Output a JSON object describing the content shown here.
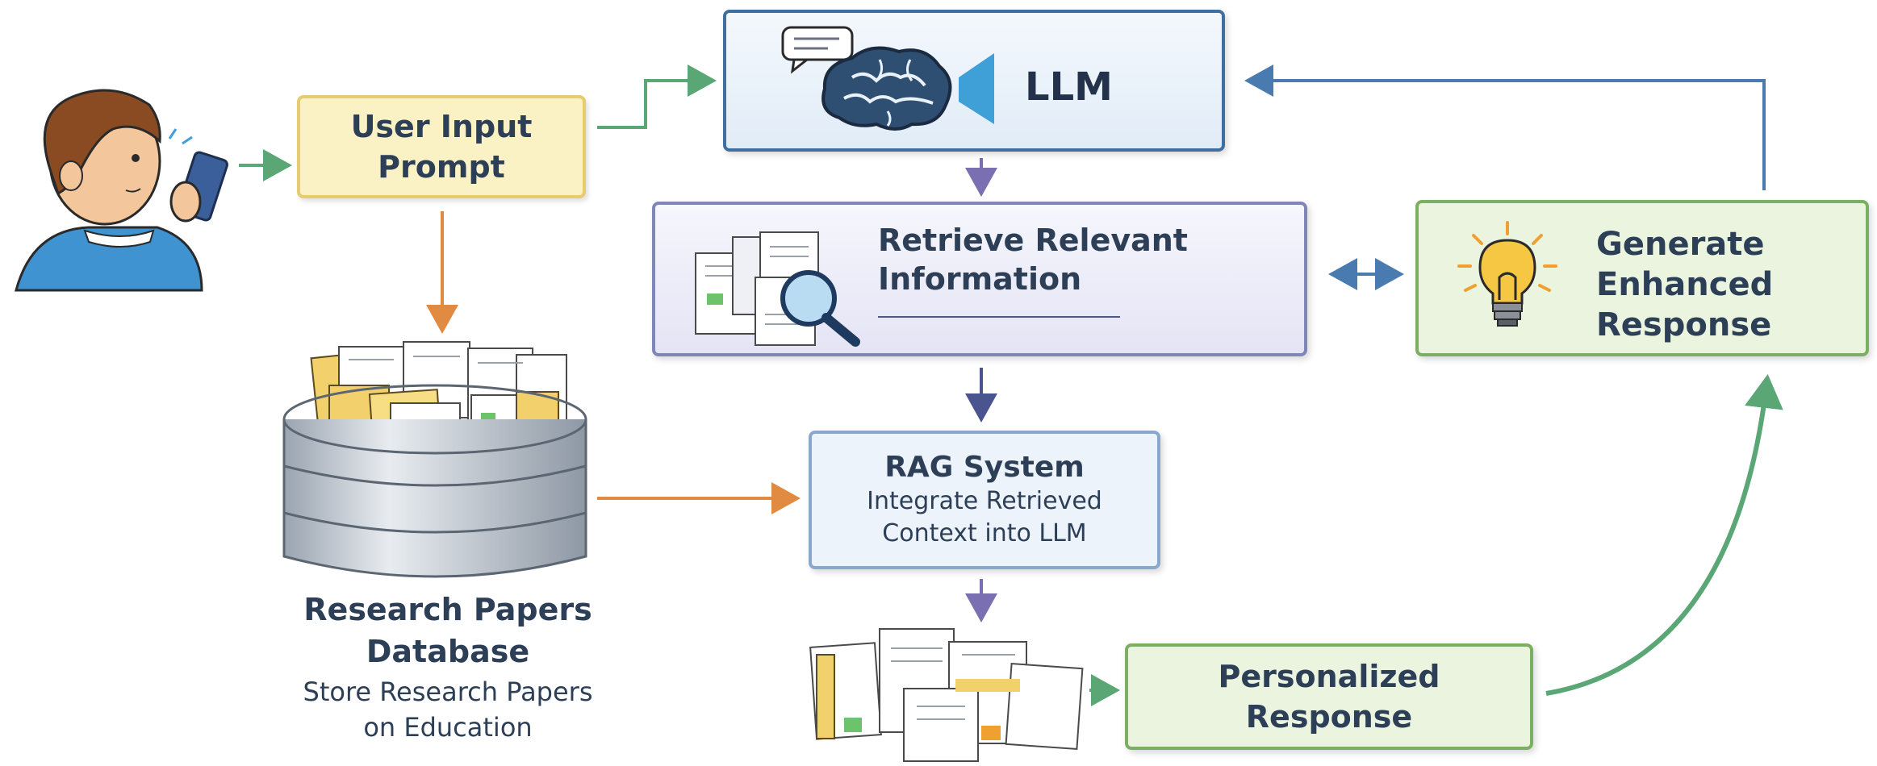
{
  "nodes": {
    "user_input": {
      "label": "User Input\nPrompt"
    },
    "llm": {
      "label": "LLM"
    },
    "retrieve": {
      "label": "Retrieve Relevant\nInformation"
    },
    "generate": {
      "label": "Generate\nEnhanced\nResponse"
    },
    "rag": {
      "title": "RAG System",
      "subtitle": "Integrate Retrieved\nContext into LLM"
    },
    "personalized": {
      "label": "Personalized\nResponse"
    },
    "database": {
      "title": "Research Papers\nDatabase",
      "subtitle": "Store Research Papers\non Education"
    }
  },
  "icons": {
    "user": "child-with-phone-icon",
    "llm": "brain-icon",
    "retrieve": "documents-magnifier-icon",
    "generate": "lightbulb-icon",
    "database": "database-icon",
    "personalized": "document-stack-icon"
  },
  "colors": {
    "user_input_fill": "#faf1c4",
    "user_input_border": "#e6cc70",
    "llm_border": "#3f6ea0",
    "retrieve_border": "#7f86b8",
    "generate_fill": "#eaf4de",
    "generate_border": "#7bb063",
    "rag_border": "#8aa8cc",
    "arrow_green": "#5aa775",
    "arrow_orange": "#e08a42",
    "arrow_blue": "#4a7bb0",
    "arrow_purple": "#7a6fb0",
    "arrow_navy": "#4a5590",
    "text": "#2d3f57"
  }
}
